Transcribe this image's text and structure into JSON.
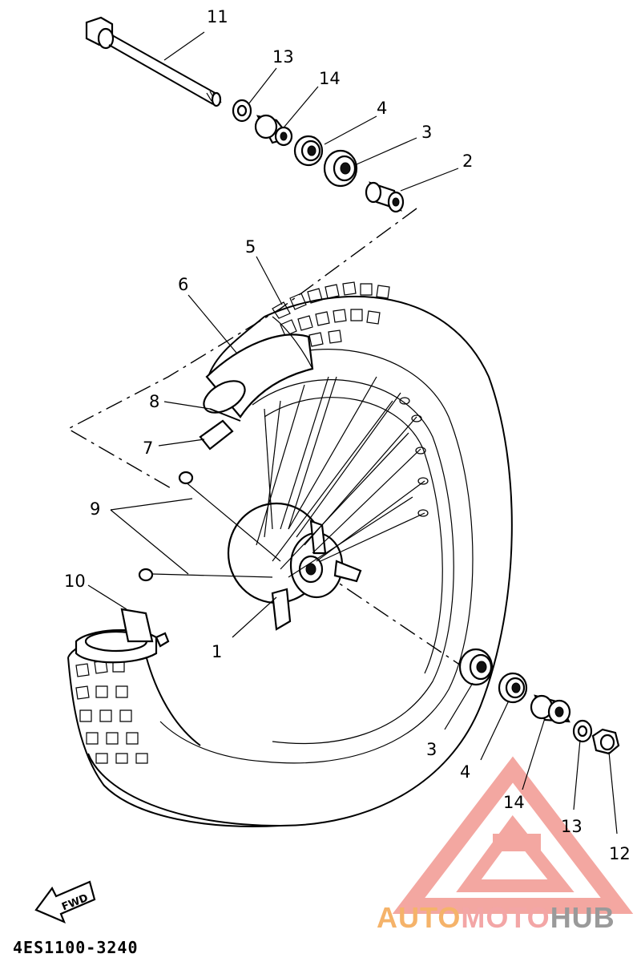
{
  "diagram": {
    "document_code": "4ES1100-3240",
    "fwd_label": "FWD",
    "callouts": {
      "c1": "1",
      "c2": "2",
      "c3a": "3",
      "c3b": "3",
      "c4a": "4",
      "c4b": "4",
      "c5": "5",
      "c6": "6",
      "c7": "7",
      "c8": "8",
      "c9": "9",
      "c10": "10",
      "c11": "11",
      "c12": "12",
      "c13a": "13",
      "c13b": "13",
      "c14a": "14",
      "c14b": "14"
    }
  },
  "watermark": {
    "part1": "AUTO",
    "part2": "MOTO",
    "part3": "HUB",
    "colors": {
      "orange": "#f5b36a",
      "pink": "#f3a6a6",
      "gray": "#9a9a9a",
      "logo": "#f08a82"
    }
  }
}
